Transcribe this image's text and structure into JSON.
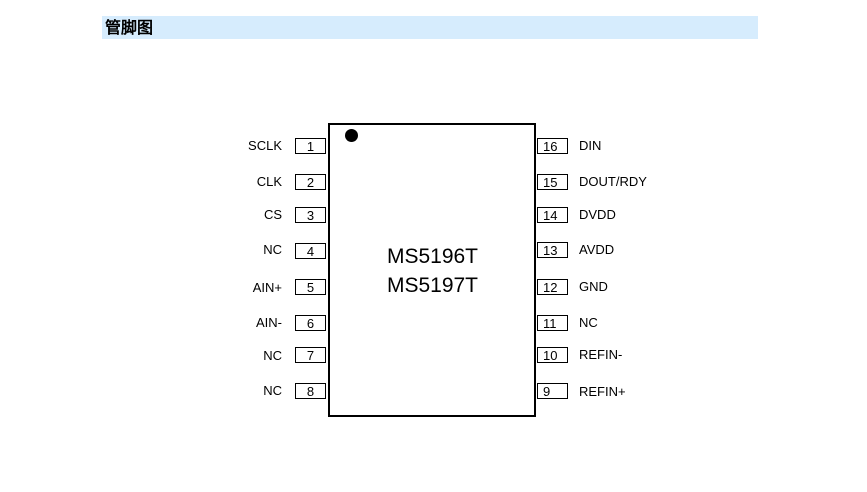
{
  "header": {
    "title": "管脚图"
  },
  "chip": {
    "part_numbers": [
      "MS5196T",
      "MS5197T"
    ]
  },
  "left_pins": [
    {
      "number": "1",
      "name": "SCLK"
    },
    {
      "number": "2",
      "name": "CLK"
    },
    {
      "number": "3",
      "name": "CS"
    },
    {
      "number": "4",
      "name": "NC"
    },
    {
      "number": "5",
      "name": "AIN+"
    },
    {
      "number": "6",
      "name": "AIN-"
    },
    {
      "number": "7",
      "name": "NC"
    },
    {
      "number": "8",
      "name": "NC"
    }
  ],
  "right_pins": [
    {
      "number": "16",
      "name": "DIN"
    },
    {
      "number": "15",
      "name": "DOUT/RDY"
    },
    {
      "number": "14",
      "name": "DVDD"
    },
    {
      "number": "13",
      "name": "AVDD"
    },
    {
      "number": "12",
      "name": "GND"
    },
    {
      "number": "11",
      "name": "NC"
    },
    {
      "number": "10",
      "name": "REFIN-"
    },
    {
      "number": "9",
      "name": "REFIN+"
    }
  ]
}
